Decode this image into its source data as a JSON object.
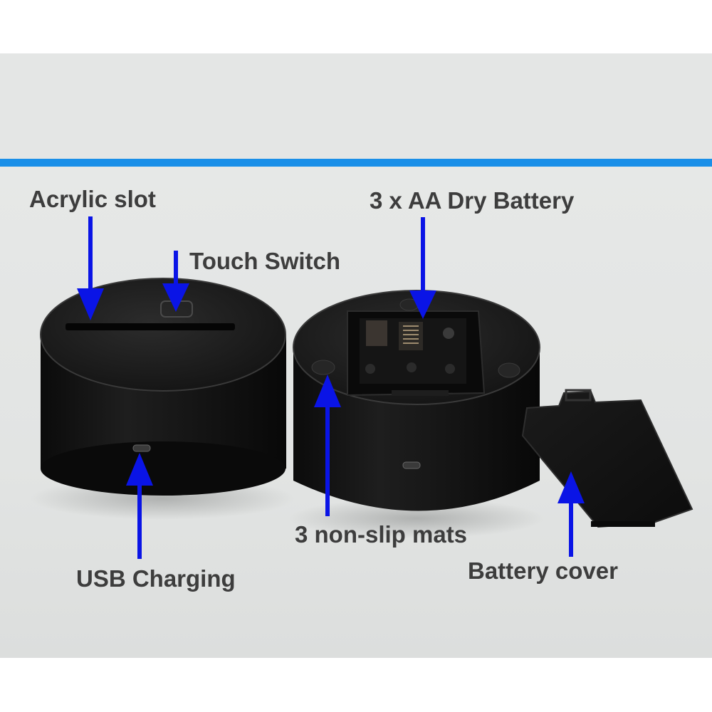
{
  "labels": {
    "acrylic_slot": "Acrylic slot",
    "touch_switch": "Touch Switch",
    "battery": "3 x AA Dry Battery",
    "non_slip_mats": "3 non-slip mats",
    "usb_charging": "USB Charging",
    "battery_cover": "Battery cover"
  },
  "colors": {
    "accent_rule": "#1a8fe8",
    "arrow": "#0a14e6",
    "label_text": "#3d3d3d",
    "base_body": "#141414"
  }
}
